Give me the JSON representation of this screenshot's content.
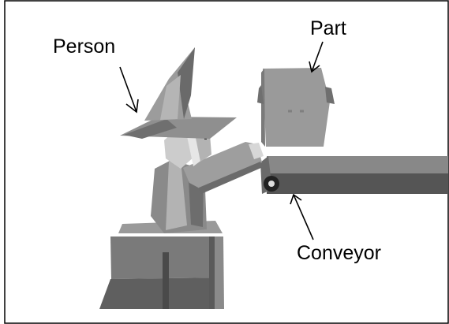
{
  "labels": {
    "person": "Person",
    "part": "Part",
    "conveyor": "Conveyor"
  },
  "colors": {
    "border": "#000000",
    "background": "#f8f8f8",
    "shape_dark": "#555555",
    "shape_mid": "#888888",
    "shape_light": "#aaaaaa",
    "shape_pale": "#c8c8c8"
  }
}
